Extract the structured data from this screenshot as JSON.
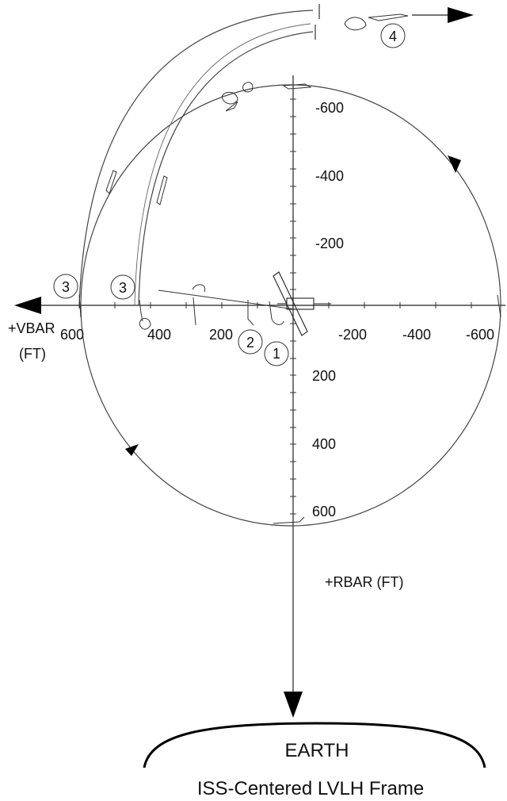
{
  "diagram": {
    "axes": {
      "vbar_label": "+VBAR",
      "vbar_unit": "(FT)",
      "rbar_label": "+RBAR (FT)"
    },
    "horizontal_ticks": [
      "600",
      "400",
      "200",
      "-200",
      "-400",
      "-600"
    ],
    "vertical_ticks": [
      "-600",
      "-400",
      "-200",
      "200",
      "400",
      "600"
    ],
    "markers": [
      "1",
      "2",
      "3",
      "3",
      "4"
    ],
    "earth_label": "EARTH",
    "caption": "ISS-Centered LVLH Frame",
    "colors": {
      "line": "#111111",
      "thin": "#555555",
      "background": "#ffffff"
    }
  }
}
